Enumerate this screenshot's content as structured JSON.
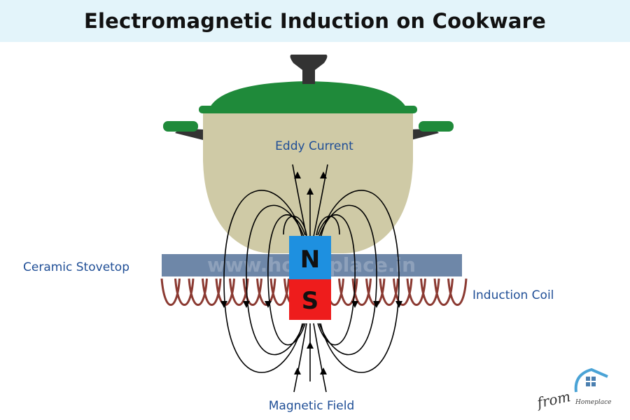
{
  "title": "Electromagnetic Induction on Cookware",
  "labels": {
    "eddy_current": "Eddy Current",
    "ceramic_stovetop": "Ceramic Stovetop",
    "induction_coil": "Induction Coil",
    "magnetic_field": "Magnetic Field",
    "north_pole": "N",
    "south_pole": "S"
  },
  "watermark": "www.homeplace.in",
  "branding": {
    "from_text": "from",
    "brand_name": "Homeplace"
  },
  "colors": {
    "title_bar": "#e3f4fa",
    "pot_body": "#cfcaa6",
    "lid": "#1f8a3a",
    "handle": "#333333",
    "stovetop": "#6e87a8",
    "coil": "#8b3a32",
    "north": "#1e90e0",
    "south": "#ee1c1c",
    "label_text": "#1f4e96"
  }
}
